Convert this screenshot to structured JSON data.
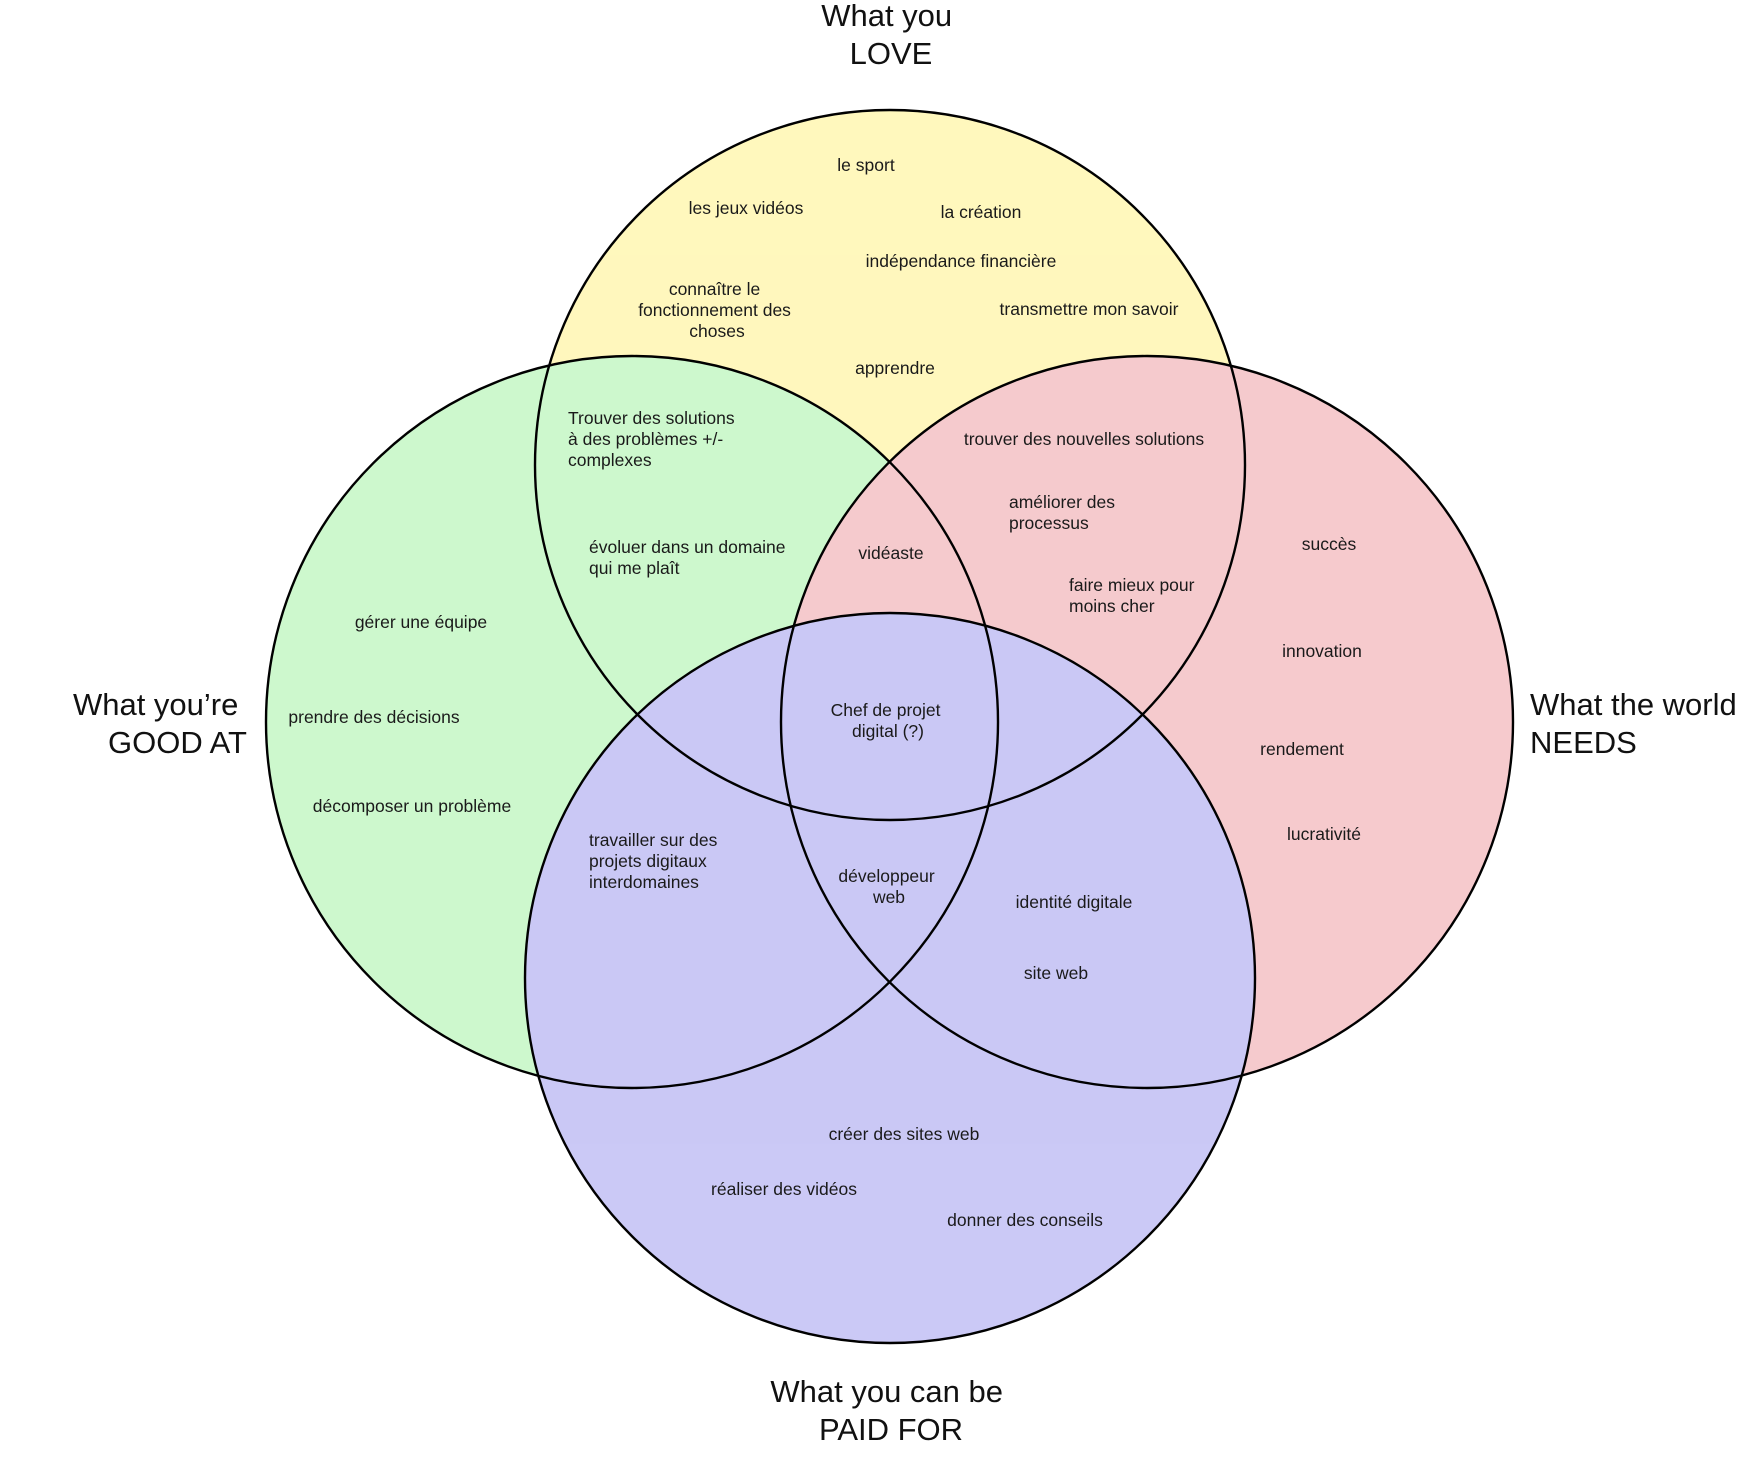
{
  "colors": {
    "love": "#fff9c8",
    "good_at": "#d6fad6",
    "needs": "#f8d3d6",
    "paid_for": "#d4d2f8",
    "outline": "#000000"
  },
  "headings": {
    "love": [
      "What you",
      "LOVE"
    ],
    "good_at": [
      "What you’re",
      "GOOD AT"
    ],
    "needs": [
      "What the world",
      "NEEDS"
    ],
    "paid_for": [
      "What you can be",
      "PAID FOR"
    ]
  },
  "regions": {
    "love": [
      [
        "le sport"
      ],
      [
        "les jeux vidéos"
      ],
      [
        "la création"
      ],
      [
        "indépendance financière"
      ],
      [
        "connaître le",
        "fonctionnement des",
        "choses"
      ],
      [
        "transmettre mon savoir"
      ],
      [
        "apprendre"
      ]
    ],
    "love_good_at": [
      [
        "Trouver des solutions",
        "à des problèmes +/-",
        "complexes"
      ],
      [
        "évoluer dans un domaine",
        "qui me plaît"
      ]
    ],
    "love_needs": [
      [
        "trouver des nouvelles solutions"
      ],
      [
        "améliorer des",
        "processus"
      ],
      [
        "faire mieux pour",
        "moins cher"
      ]
    ],
    "love_good_at_needs": [
      [
        "vidéaste"
      ]
    ],
    "center": [
      [
        "Chef de projet",
        "digital (?)"
      ]
    ],
    "good_at": [
      [
        "gérer une équipe"
      ],
      [
        "prendre des décisions"
      ],
      [
        "décomposer un problème"
      ]
    ],
    "good_at_paid_for": [
      [
        "travailler sur des",
        "projets digitaux",
        "interdomaines"
      ]
    ],
    "good_at_paid_for_needs": [
      [
        "développeur",
        "web"
      ]
    ],
    "needs": [
      [
        "succès"
      ],
      [
        "innovation"
      ],
      [
        "rendement"
      ],
      [
        "lucrativité"
      ]
    ],
    "needs_paid_for": [
      [
        "identité digitale"
      ],
      [
        "site web"
      ]
    ],
    "paid_for": [
      [
        "créer des sites web"
      ],
      [
        "réaliser des vidéos"
      ],
      [
        "donner des conseils"
      ]
    ]
  }
}
